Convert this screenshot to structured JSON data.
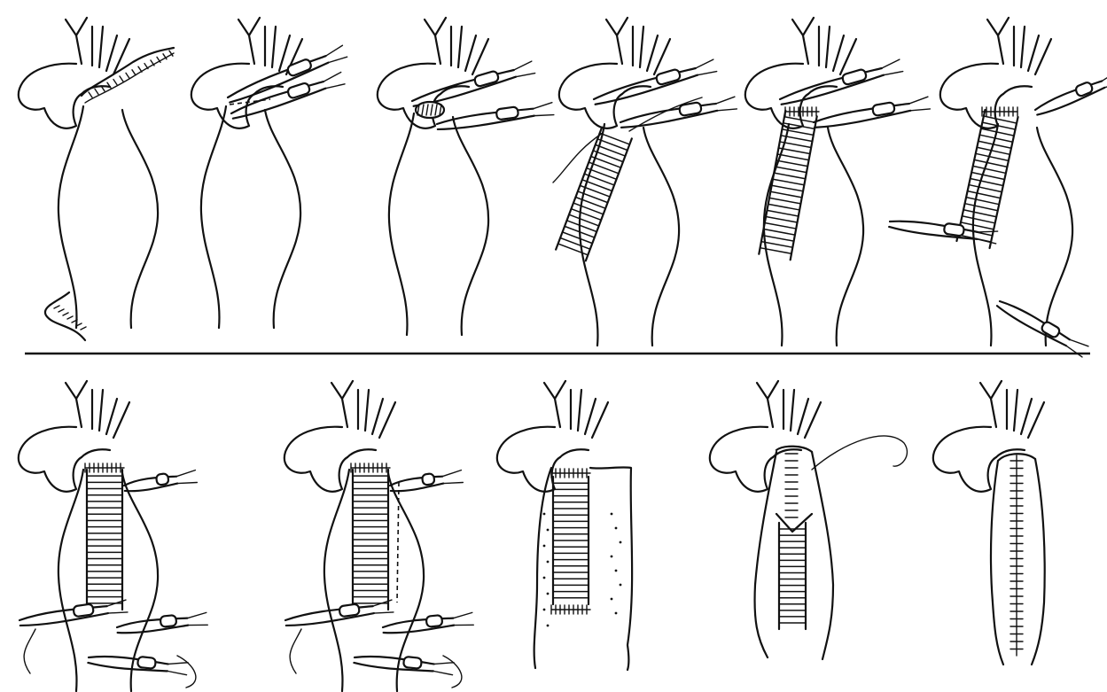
{
  "figure": {
    "background": "#ffffff",
    "ink_color": "#111111",
    "rows": [
      {
        "name": "top-row",
        "panels": [
          {
            "id": "t1",
            "features": [
              "aneurysm",
              "incision-line"
            ]
          },
          {
            "id": "t2",
            "features": [
              "aneurysm",
              "proximal-clamps"
            ]
          },
          {
            "id": "t3",
            "features": [
              "aneurysm",
              "proximal-clamps",
              "hatched-cuff"
            ]
          },
          {
            "id": "t4",
            "features": [
              "aneurysm",
              "proximal-clamps",
              "graft",
              "suture-thread"
            ]
          },
          {
            "id": "t5",
            "features": [
              "aneurysm",
              "proximal-clamps",
              "graft",
              "proximal-anastomosis"
            ]
          },
          {
            "id": "t6",
            "features": [
              "aneurysm",
              "proximal-clamps",
              "graft",
              "distal-clamp"
            ]
          }
        ]
      },
      {
        "name": "bottom-row",
        "panels": [
          {
            "id": "b1",
            "features": [
              "aneurysm",
              "proximal-clamps",
              "graft",
              "distal-clamps"
            ]
          },
          {
            "id": "b2",
            "features": [
              "aneurysm",
              "proximal-clamps",
              "graft",
              "distal-clamps",
              "dashed-incision"
            ]
          },
          {
            "id": "b3",
            "features": [
              "opened-sac",
              "graft"
            ]
          },
          {
            "id": "b4",
            "features": [
              "wrapped-sac",
              "graft",
              "suture-thread"
            ]
          },
          {
            "id": "b5",
            "features": [
              "closed-wrap"
            ]
          }
        ]
      }
    ]
  }
}
